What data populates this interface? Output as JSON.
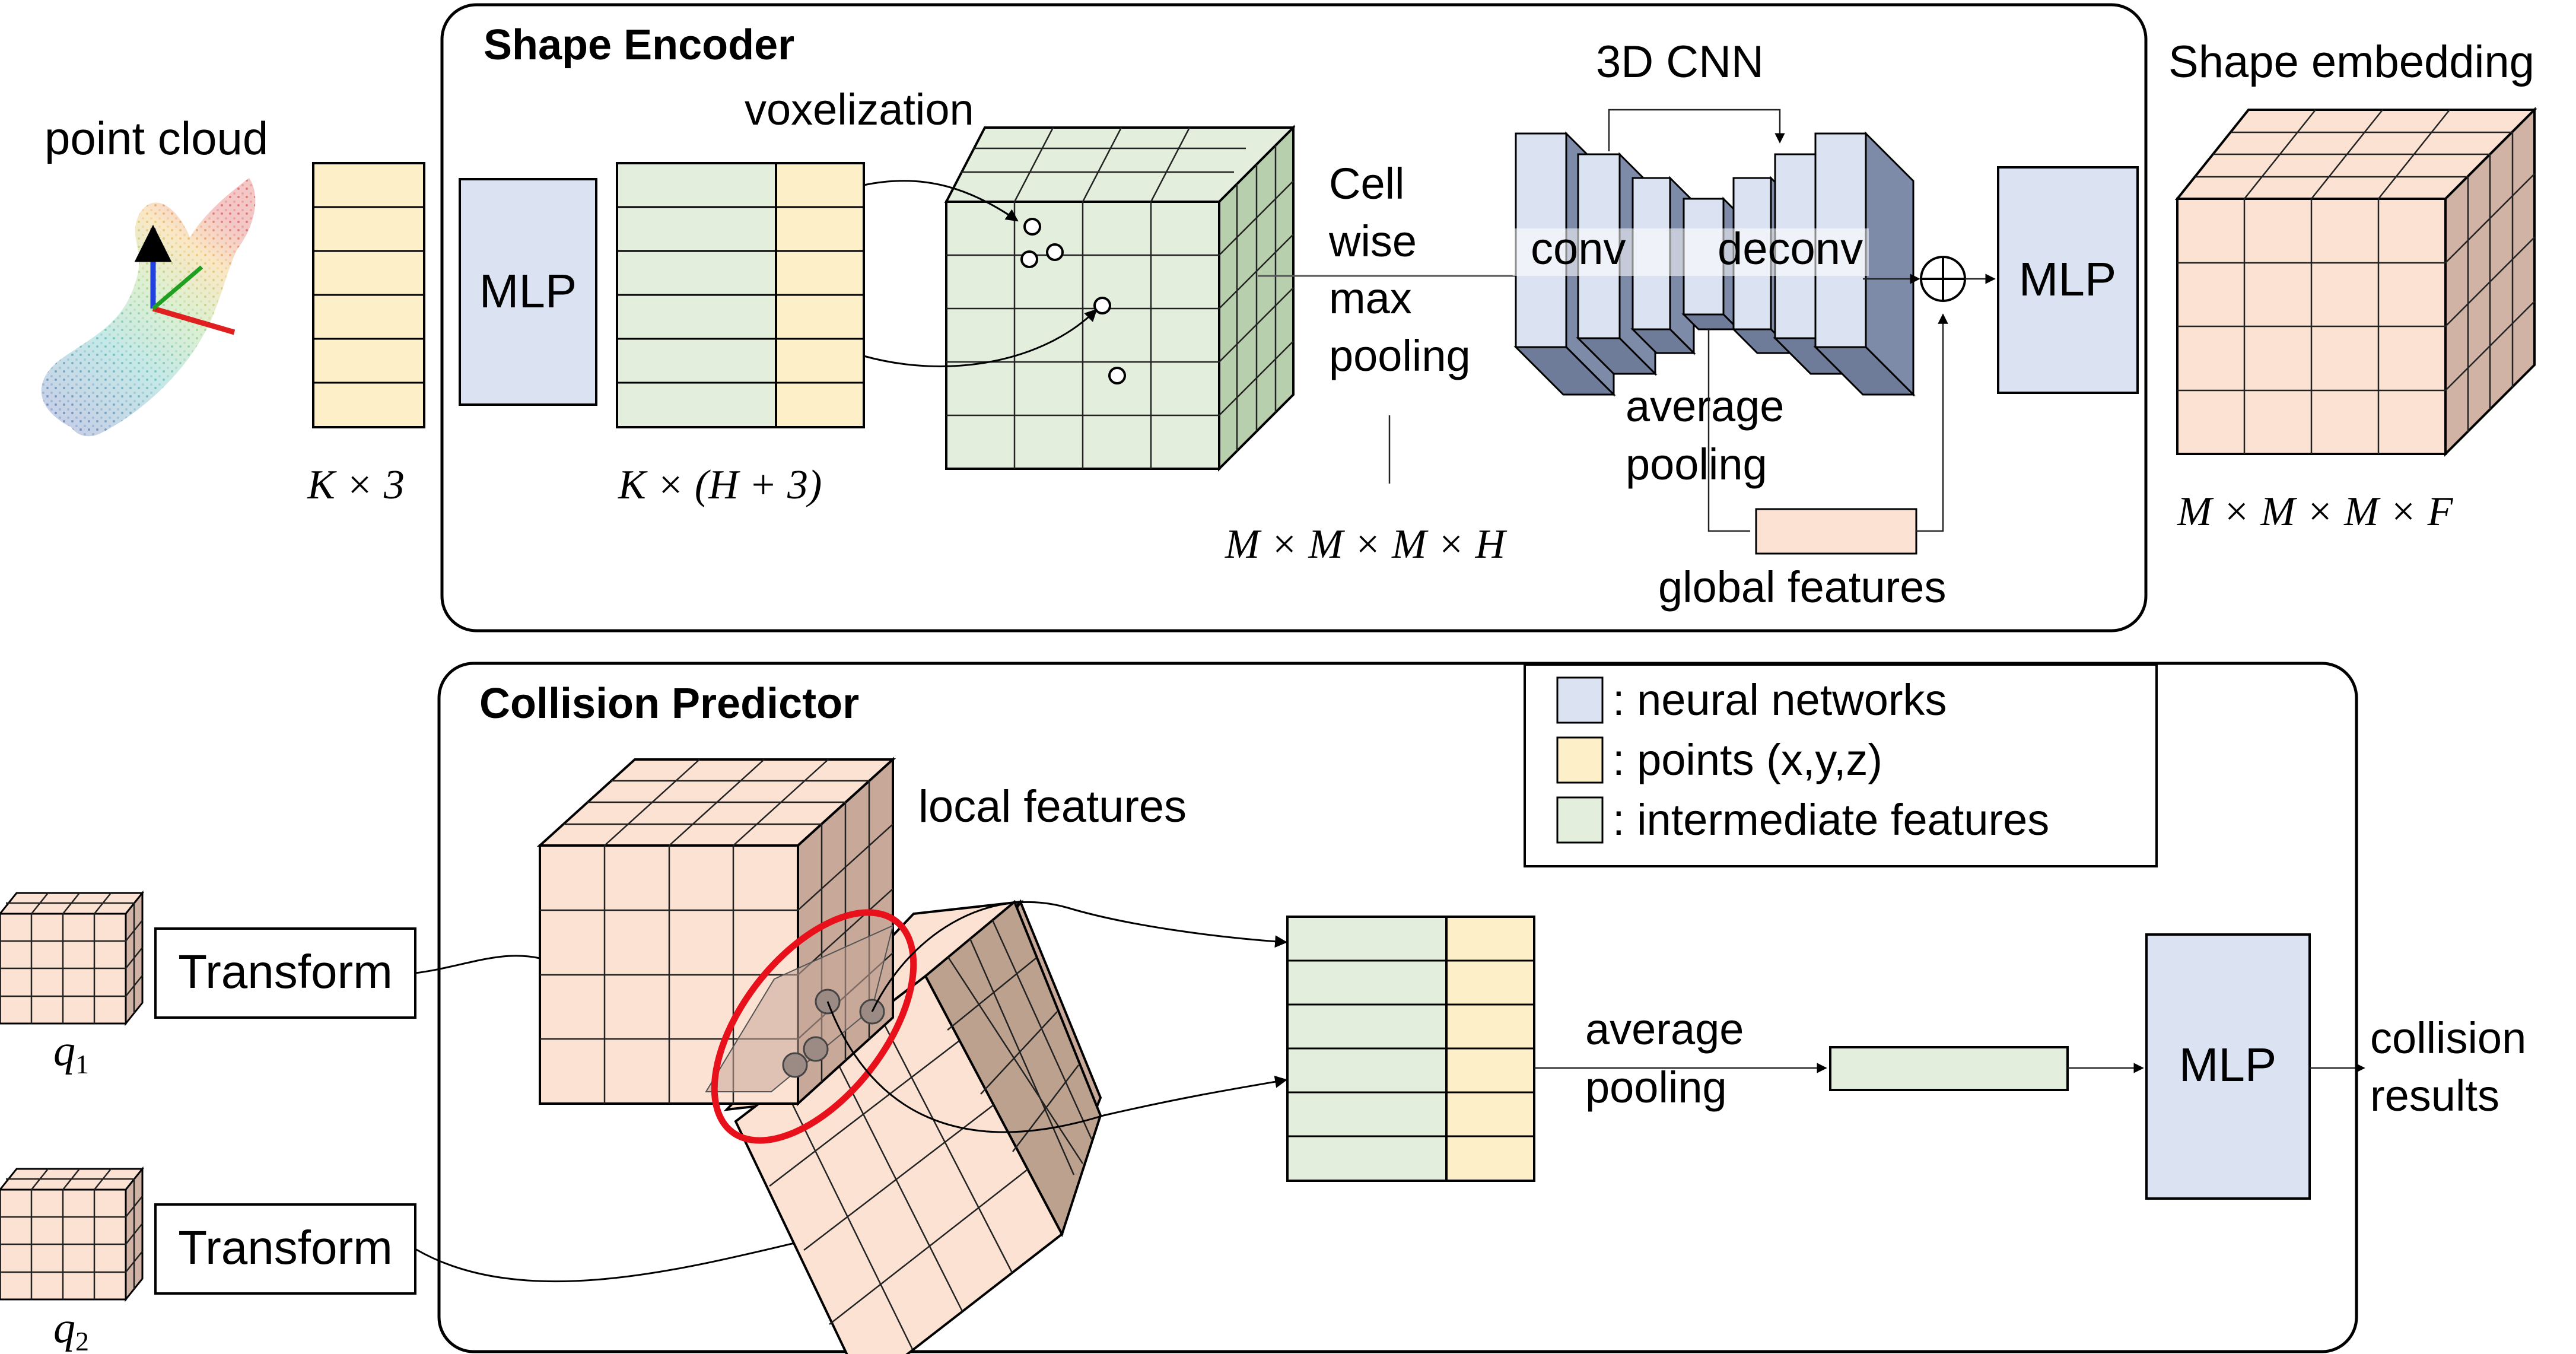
{
  "shape_encoder": {
    "title": "Shape Encoder",
    "point_cloud_label": "point cloud",
    "points_dim": "K × 3",
    "mlp1": "MLP",
    "features_dim": "K × (H + 3)",
    "voxelization": "voxelization",
    "cell_wise_1": "Cell",
    "cell_wise_2": "wise",
    "cell_wise_3": "max",
    "cell_wise_4": "pooling",
    "voxel_dim": "M × M × M × H",
    "cnn_title": "3D CNN",
    "conv": "conv",
    "deconv": "deconv",
    "avg_pool_1": "average",
    "avg_pool_2": "pooling",
    "global_features": "global features",
    "plus": "⊕",
    "mlp2": "MLP",
    "embedding_title": "Shape embedding",
    "embedding_dim": "M × M × M × F"
  },
  "collision_predictor": {
    "title": "Collision Predictor",
    "transform_1": "Transform",
    "transform_2": "Transform",
    "q1_sym": "q",
    "q1_sub": "1",
    "q2_sym": "q",
    "q2_sub": "2",
    "local_features": "local features",
    "avg_pool_1": "average",
    "avg_pool_2": "pooling",
    "mlp": "MLP",
    "result_1": "collision",
    "result_2": "results"
  },
  "legend": {
    "items": [
      {
        "label": ": neural networks",
        "color": "#dbe3f2"
      },
      {
        "label": ": points (x,y,z)",
        "color": "#fdf0c8"
      },
      {
        "label": ": intermediate features",
        "color": "#e3efdc"
      }
    ]
  },
  "colors": {
    "nn_blue": "#dbe3f2",
    "points_yellow": "#fdf0c8",
    "intermediate_green": "#e3efdc",
    "embedding_peach": "#fbe2d3",
    "highlight_red": "#e8101a"
  }
}
